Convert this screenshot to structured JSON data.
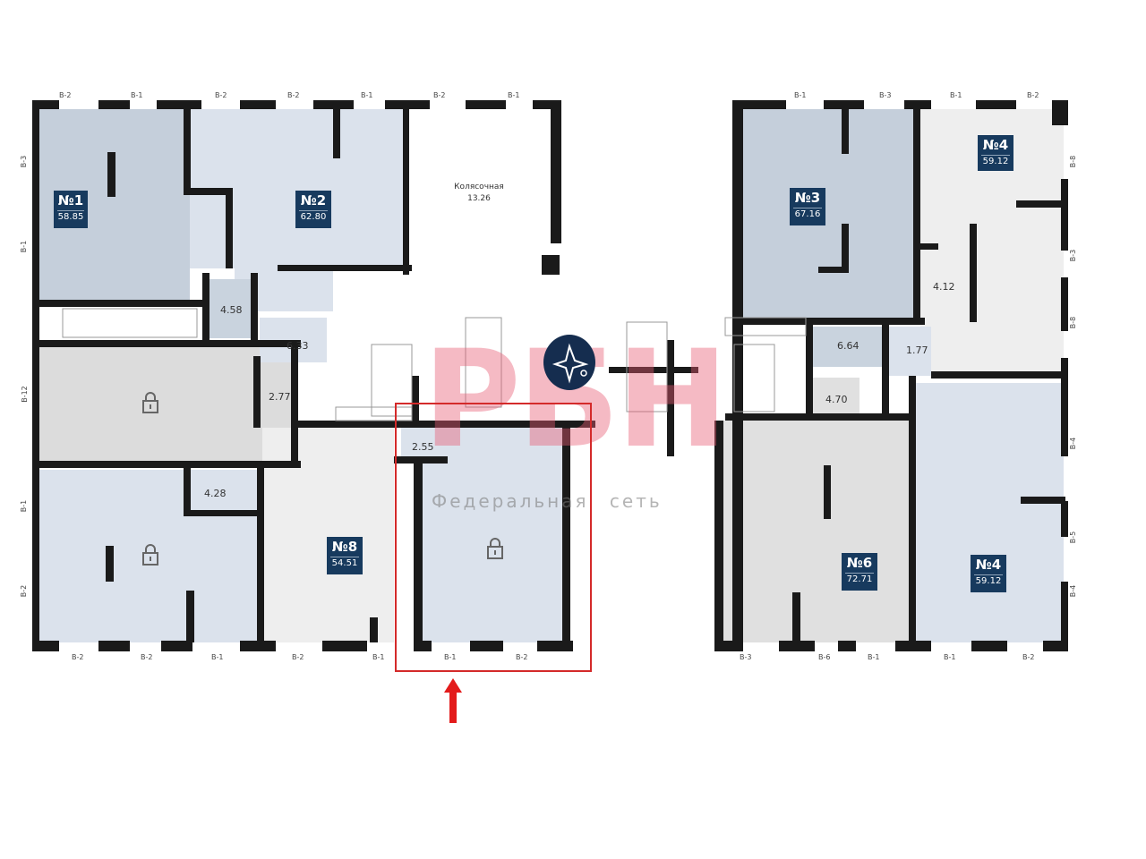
{
  "units": [
    {
      "id": "unit-1",
      "number": "№1",
      "area": "58.85"
    },
    {
      "id": "unit-2",
      "number": "№2",
      "area": "62.80"
    },
    {
      "id": "unit-3",
      "number": "№3",
      "area": "67.16"
    },
    {
      "id": "unit-4-top",
      "number": "№4",
      "area": "59.12"
    },
    {
      "id": "unit-8",
      "number": "№8",
      "area": "54.51"
    },
    {
      "id": "unit-6",
      "number": "№6",
      "area": "72.71"
    },
    {
      "id": "unit-4-bottom",
      "number": "№4",
      "area": "59.12"
    }
  ],
  "stroller_room": {
    "name": "Колясочная",
    "area": "13.26"
  },
  "small_rooms": [
    "4.58",
    "6.33",
    "2.77",
    "4.28",
    "2.55",
    "6.64",
    "1.77",
    "4.70",
    "4.12"
  ],
  "windows_top": [
    "В-2",
    "В-1",
    "В-2",
    "В-2",
    "В-1",
    "В-2",
    "В-1",
    "В-1",
    "В-3",
    "В-1",
    "В-2"
  ],
  "windows_bottom": [
    "В-2",
    "В-2",
    "В-1",
    "В-2",
    "В-1",
    "В-1",
    "В-2",
    "В-3",
    "В-6",
    "В-1",
    "В-1",
    "В-2"
  ],
  "windows_left": [
    "В-3",
    "В-1",
    "В-12",
    "В-1",
    "В-2"
  ],
  "windows_right": [
    "В-8",
    "В-3",
    "В-8",
    "В-4",
    "В-5",
    "В-4"
  ],
  "watermark": {
    "logo": "РБН",
    "subtitle": "Федеральная сеть"
  },
  "colors": {
    "tag": "#173a5e",
    "highlight": "#d42a2a",
    "wall": "#1a1a1a",
    "unit_blue": "#dbe2ec",
    "unit_dark": "#c5cfdb",
    "unit_gray": "#e4e4e4"
  }
}
